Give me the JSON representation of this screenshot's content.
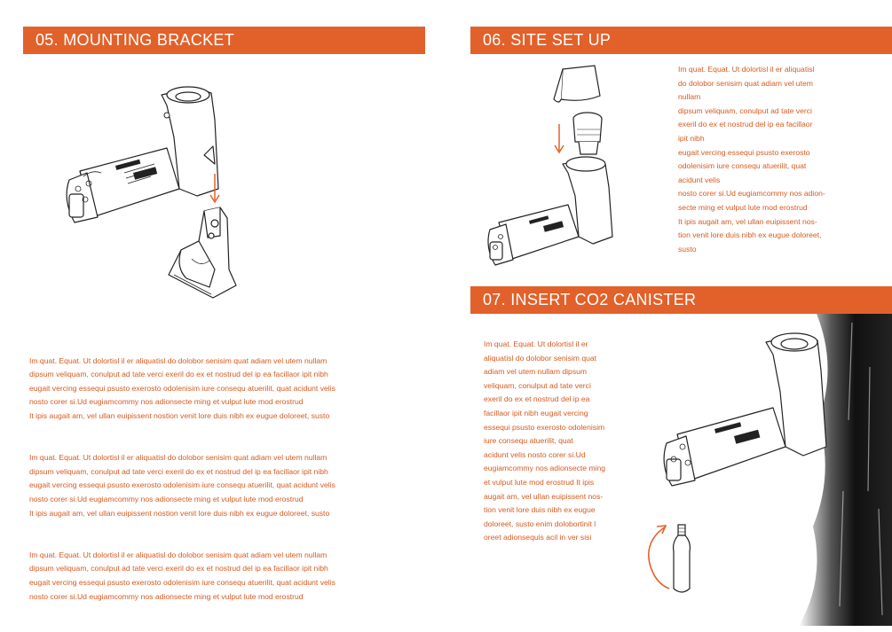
{
  "sections": {
    "s05": {
      "title": "05. MOUNTING BRACKET"
    },
    "s06": {
      "title": "06. SITE SET UP"
    },
    "s07": {
      "title": "07. INSERT CO2 CANISTER"
    }
  },
  "body_text": {
    "left_paragraphs": [
      "Im quat. Equat. Ut dolortisl il er aliquatisl do dolobor senisim quat adiam vel utem nullam\ndipsum veliquam, conulput ad tate verci exeril do ex et nostrud del ip ea facillaor ipit nibh\neugait vercing essequi psusto exerosto odolenisim iure consequ atuerilit, quat acidunt velis\nnosto corer si.Ud eugiamcommy nos adionsecte ming et vulput lute mod erostrud\nIt ipis augait am, vel ullan euipissent nostion venit lore duis nibh ex eugue doloreet, susto",
      "Im quat. Equat. Ut dolortisl il er aliquatisl do dolobor senisim quat adiam vel utem nullam\ndipsum veliquam, conulput ad tate verci exeril do ex et nostrud del ip ea facillaor ipit nibh\neugait vercing essequi psusto exerosto odolenisim iure consequ atuerilit, quat acidunt velis\nnosto corer si.Ud eugiamcommy nos adionsecte ming et vulput lute mod erostrud\nIt ipis augait am, vel ullan euipissent nostion venit lore duis nibh ex eugue doloreet, susto",
      "Im quat. Equat. Ut dolortisl il er aliquatisl do dolobor senisim quat adiam vel utem nullam\ndipsum veliquam, conulput ad tate verci exeril do ex et nostrud del ip ea facillaor ipit nibh\neugait vercing essequi psusto exerosto odolenisim iure consequ atuerilit, quat acidunt velis\nnosto corer si.Ud eugiamcommy nos adionsecte ming et vulput lute mod erostrud"
    ],
    "site_setup": "Im quat. Equat. Ut dolortisl il er aliquatisl\ndo dolobor senisim quat adiam vel utem\nnullam\ndipsum veliquam, conulput ad tate verci\nexeril do ex et nostrud del ip ea facillaor\nipit nibh\neugait vercing essequi psusto exerosto\nodolenisim iure consequ atuerilit, quat\nacidunt velis\nnosto corer si.Ud eugiamcommy nos adion-\nsecte ming et vulput lute mod erostrud\nIt ipis augait am, vel ullan euipissent nos-\ntion venit lore duis nibh ex eugue doloreet,\nsusto",
    "co2": "Im quat. Equat. Ut dolortisl il er\naliquatisl do dolobor senisim quat\nadiam vel utem nullam dipsum\nveliquam, conulput ad tate verci\nexeril do ex et nostrud del ip ea\nfacillaor ipit nibh eugait vercing\nessequi psusto exerosto odolenisim\niure consequ atuerilit, quat\nacidunt velis  nosto corer si.Ud\neugiamcommy nos adionsecte ming\net vulput lute mod erostrud It ipis\naugait am, vel ullan euipissent nos-\ntion venit lore duis nibh ex eugue\ndoloreet, susto enim dolobortinit l\noreet adionsequis acil in ver sisi"
  },
  "colors": {
    "accent": "#e2612a",
    "text": "#d75a1f",
    "line": "#222222"
  },
  "icons": [
    "device-illustration",
    "mounting-bracket-illustration",
    "down-arrow-icon",
    "cap-illustration",
    "co2-canister-illustration",
    "rotate-arrow-icon",
    "tree-bark-texture"
  ]
}
